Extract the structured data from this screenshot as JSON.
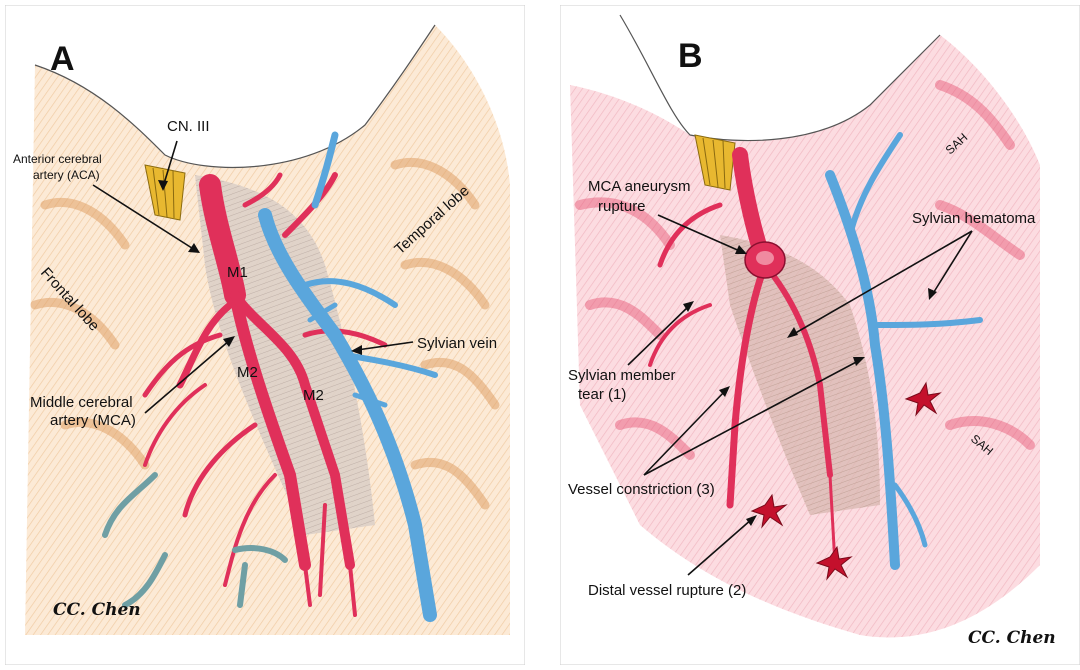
{
  "panel_a": {
    "letter": "A",
    "labels": {
      "cn3": "CN. III",
      "aca_line1": "Anterior cerebral",
      "aca_line2": "artery (ACA)",
      "temporal_lobe": "Temporal lobe",
      "frontal_lobe": "Frontal lobe",
      "m1": "M1",
      "m2_left": "M2",
      "m2_right": "M2",
      "sylvian_vein": "Sylvian vein",
      "mca_line1": "Middle cerebral",
      "mca_line2": "artery (MCA)"
    },
    "signature": "CC. Chen"
  },
  "panel_b": {
    "letter": "B",
    "labels": {
      "aneurysm_line1": "MCA aneurysm",
      "aneurysm_line2": "rupture",
      "sylvian_hematoma": "Sylvian hematoma",
      "sah_top": "SAH",
      "sah_right": "SAH",
      "member_tear_line1": "Sylvian member",
      "member_tear_line2": "tear (1)",
      "vessel_constriction": "Vessel constriction (3)",
      "distal_rupture": "Distal vessel rupture (2)"
    },
    "signature": "CC. Chen"
  },
  "colors": {
    "artery": "#e0305a",
    "vein": "#5aa6dc",
    "nerve": "#e8b830",
    "brain": "#f2c08a",
    "hematoma_bg": "#f4a8b4",
    "fissure": "#c9b8b0"
  }
}
